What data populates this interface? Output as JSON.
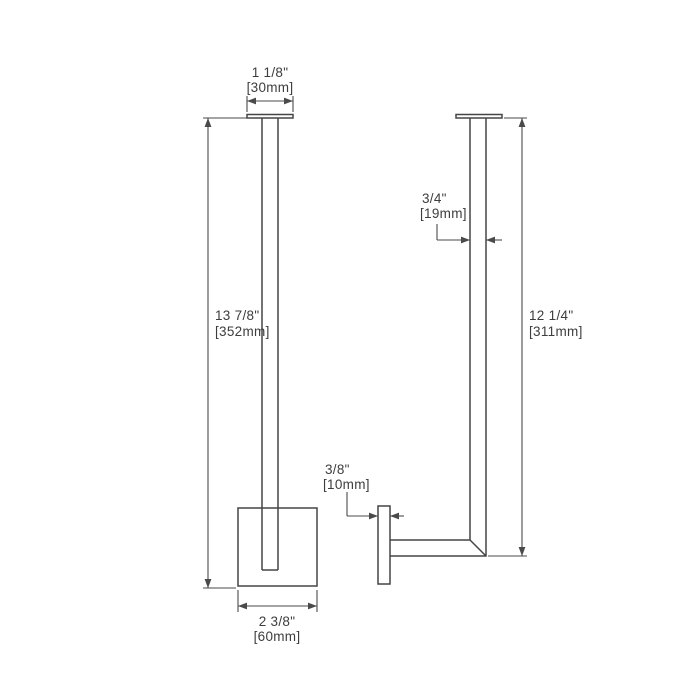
{
  "drawing": {
    "type": "technical-dimension-drawing",
    "colors": {
      "line": "#454545",
      "dimension_line": "#4a4a4a",
      "text": "#3d3d3d",
      "background": "#ffffff"
    },
    "dimensions": {
      "top_width": {
        "imperial": "1 1/8\"",
        "metric": "[30mm]"
      },
      "overall_height": {
        "imperial": "13 7/8\"",
        "metric": "[352mm]"
      },
      "base_width": {
        "imperial": "2 3/8\"",
        "metric": "[60mm]"
      },
      "bar_thickness": {
        "imperial": "3/4\"",
        "metric": "[19mm]"
      },
      "side_height": {
        "imperial": "12 1/4\"",
        "metric": "[311mm]"
      },
      "plate_thickness": {
        "imperial": "3/8\"",
        "metric": "[10mm]"
      }
    }
  }
}
